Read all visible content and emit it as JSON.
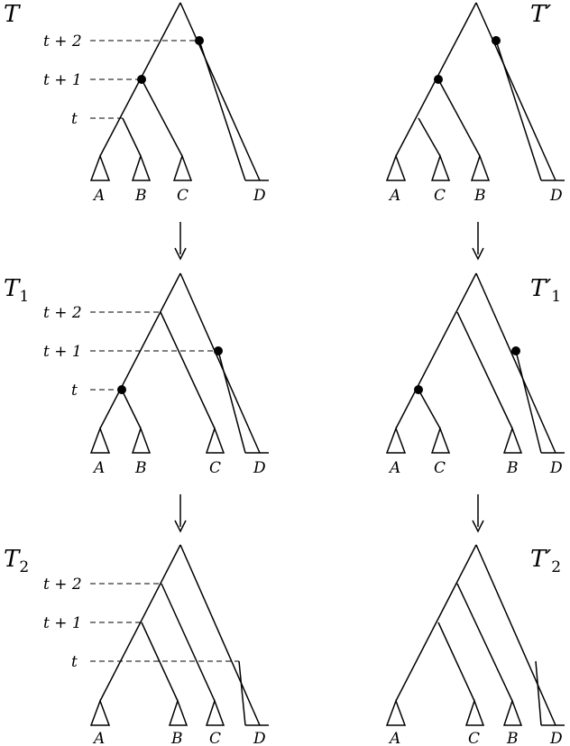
{
  "panels": [
    {
      "id": "T",
      "title": "T",
      "title_sub": "",
      "time_labels": [
        "t + 2",
        "t + 1",
        "t"
      ],
      "leaves": [
        "A",
        "B",
        "C",
        "D"
      ]
    },
    {
      "id": "T-prime",
      "title": "T′",
      "title_sub": "",
      "time_labels": [],
      "leaves": [
        "A",
        "C",
        "B",
        "D"
      ]
    },
    {
      "id": "T1",
      "title": "T",
      "title_sub": "1",
      "time_labels": [
        "t + 2",
        "t + 1",
        "t"
      ],
      "leaves": [
        "A",
        "B",
        "C",
        "D"
      ]
    },
    {
      "id": "T1-prime",
      "title": "T′",
      "title_sub": "1",
      "time_labels": [],
      "leaves": [
        "A",
        "C",
        "B",
        "D"
      ]
    },
    {
      "id": "T2",
      "title": "T",
      "title_sub": "2",
      "time_labels": [
        "t + 2",
        "t + 1",
        "t"
      ],
      "leaves": [
        "A",
        "B",
        "C",
        "D"
      ]
    },
    {
      "id": "T2-prime",
      "title": "T′",
      "title_sub": "2",
      "time_labels": [],
      "leaves": [
        "A",
        "C",
        "B",
        "D"
      ]
    }
  ]
}
